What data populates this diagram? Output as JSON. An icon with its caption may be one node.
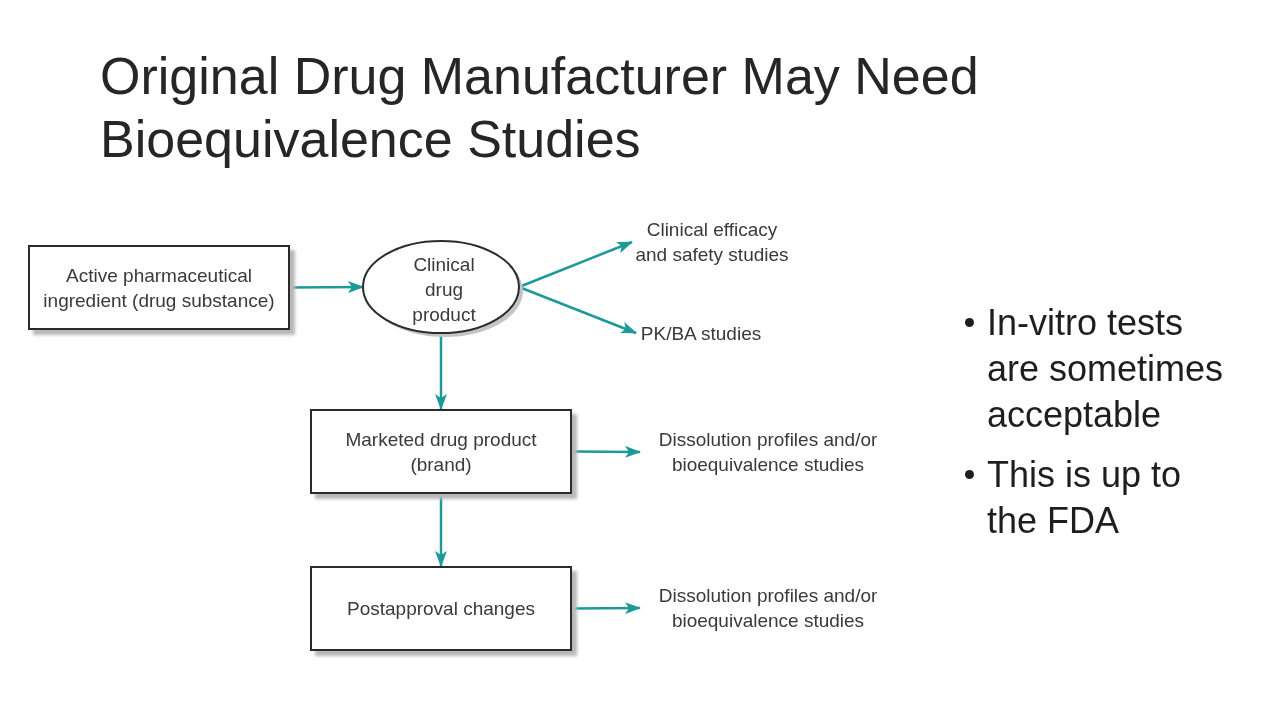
{
  "diagram": {
    "title": "Original Drug Manufacturer May Need Bioequivalence Studies",
    "nodes": [
      {
        "text": [
          "Active pharmaceutical ingredient (drug substance)"
        ]
      },
      {
        "text": [
          "Clinical drug product"
        ]
      },
      {
        "text": [
          "Clinical efficacy and safety studies"
        ]
      },
      {
        "text": [
          "PK/BA studies"
        ]
      },
      {
        "text": [
          "Marketed drug product (brand)"
        ]
      },
      {
        "text": [
          "Dissolution profiles and/or bioequivalence studies"
        ]
      },
      {
        "text": [
          "Postapproval changes"
        ]
      },
      {
        "text": [
          "Dissolution profiles and/or bioequivalence studies"
        ]
      }
    ],
    "edges": [
      {
        "from": 0,
        "to": 1,
        "arrow": "to"
      },
      {
        "from": 1,
        "to": 2,
        "arrow": "to"
      },
      {
        "from": 1,
        "to": 3,
        "arrow": "to"
      },
      {
        "from": 1,
        "to": 4,
        "arrow": "to"
      },
      {
        "from": 4,
        "to": 5,
        "arrow": "to"
      },
      {
        "from": 4,
        "to": 6,
        "arrow": "to"
      },
      {
        "from": 6,
        "to": 7,
        "arrow": "to"
      }
    ],
    "labels": [
      "In-vitro tests are sometimes acceptable",
      "This is up to the FDA"
    ]
  }
}
